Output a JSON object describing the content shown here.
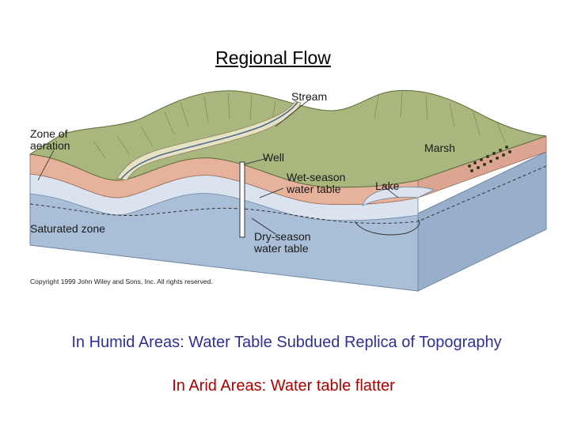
{
  "title": "Regional Flow",
  "diagram": {
    "labels": {
      "stream": "Stream",
      "zone_of_aeration_1": "Zone of",
      "zone_of_aeration_2": "aeration",
      "well": "Well",
      "marsh": "Marsh",
      "wet_season_1": "Wet-season",
      "wet_season_2": "water table",
      "lake": "Lake",
      "saturated_zone": "Saturated zone",
      "dry_season_1": "Dry-season",
      "dry_season_2": "water table"
    },
    "copyright": "Copyright 1999 John Wiley and Sons, Inc. All rights reserved.",
    "colors": {
      "land": "#a9b67e",
      "soil": "#e6b29c",
      "aeration": "#dbe3ee",
      "saturated": "#a9bfd8",
      "stream": "#e8e2c4"
    }
  },
  "captions": {
    "humid": "In Humid Areas: Water Table Subdued Replica of Topography",
    "arid": "In Arid Areas: Water table flatter"
  }
}
